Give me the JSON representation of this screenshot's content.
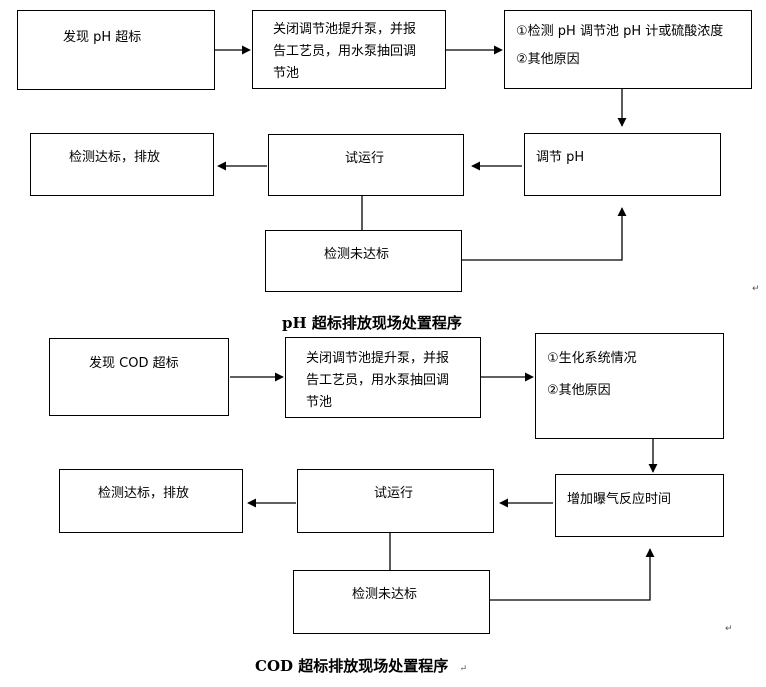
{
  "ph": {
    "find": "发现 pH 超标",
    "stop": [
      "关闭调节池提升泵，并报",
      "告工艺员，用水泵抽回调",
      "节池"
    ],
    "check": [
      "①检测 pH 调节池 pH 计或硫酸浓度",
      "②其他原因"
    ],
    "adjust": "调节 pH",
    "trial": "试运行",
    "pass": "检测达标，排放",
    "fail": "检测未达标",
    "title": "pH 超标排放现场处置程序"
  },
  "cod": {
    "find": "发现 COD 超标",
    "stop": [
      "关闭调节池提升泵，并报",
      "告工艺员，用水泵抽回调",
      "节池"
    ],
    "check": [
      "①生化系统情况",
      "②其他原因"
    ],
    "adjust": "增加曝气反应时间",
    "trial": "试运行",
    "pass": "检测达标，排放",
    "fail": "检测未达标",
    "title": "COD 超标排放现场处置程序"
  },
  "para_mark": "↵"
}
